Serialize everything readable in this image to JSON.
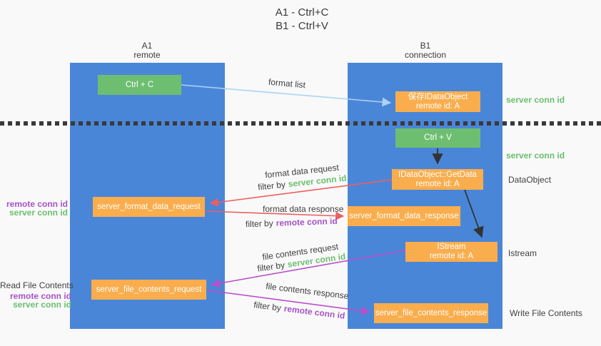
{
  "title": {
    "line1": "A1 - Ctrl+C",
    "line2": "B1 - Ctrl+V"
  },
  "columns": {
    "a1": {
      "name": "A1",
      "sub": "remote"
    },
    "b1": {
      "name": "B1",
      "sub": "connection"
    }
  },
  "nodes": {
    "ctrl_c": {
      "label": "Ctrl + C"
    },
    "save_dataobject": {
      "line1": "保存IDataObject",
      "line2": "remote id: A"
    },
    "ctrl_v": {
      "label": "Ctrl + V"
    },
    "getdata": {
      "line1": "IDataObject::GetData",
      "line2": "remote id: A"
    },
    "format_request": {
      "label": "server_format_data_request"
    },
    "format_response": {
      "label": "server_format_data_response"
    },
    "istream": {
      "line1": "IStream",
      "line2": "remote id: A"
    },
    "file_request": {
      "label": "server_file_contents_request"
    },
    "file_response": {
      "label": "server_file_contents_response"
    }
  },
  "labels": {
    "format_list": "format list",
    "format_data_request": "format data request",
    "format_data_response": "format data response",
    "file_contents_request": "file contents request",
    "file_contents_response": "file contents response",
    "filter_by": "filter by",
    "server_conn_id": "server conn id",
    "remote_conn_id": "remote conn id",
    "dataobject": "DataObject",
    "istream": "Istream",
    "read_file_contents": "Read File Contents",
    "write_file_contents": "Write File Contents"
  },
  "colors": {
    "background": "#f9f9f9",
    "lifeline_blue": "#4a86d8",
    "node_green": "#6dbe71",
    "node_orange": "#f9ad4d",
    "arrow_light_blue": "#a9d3f2",
    "arrow_red": "#ee5e5e",
    "arrow_magenta": "#bb4ecb",
    "arrow_black": "#333333",
    "label_green": "#6abf6e",
    "label_purple": "#a653c8",
    "text_dark": "#3f3f3f"
  }
}
